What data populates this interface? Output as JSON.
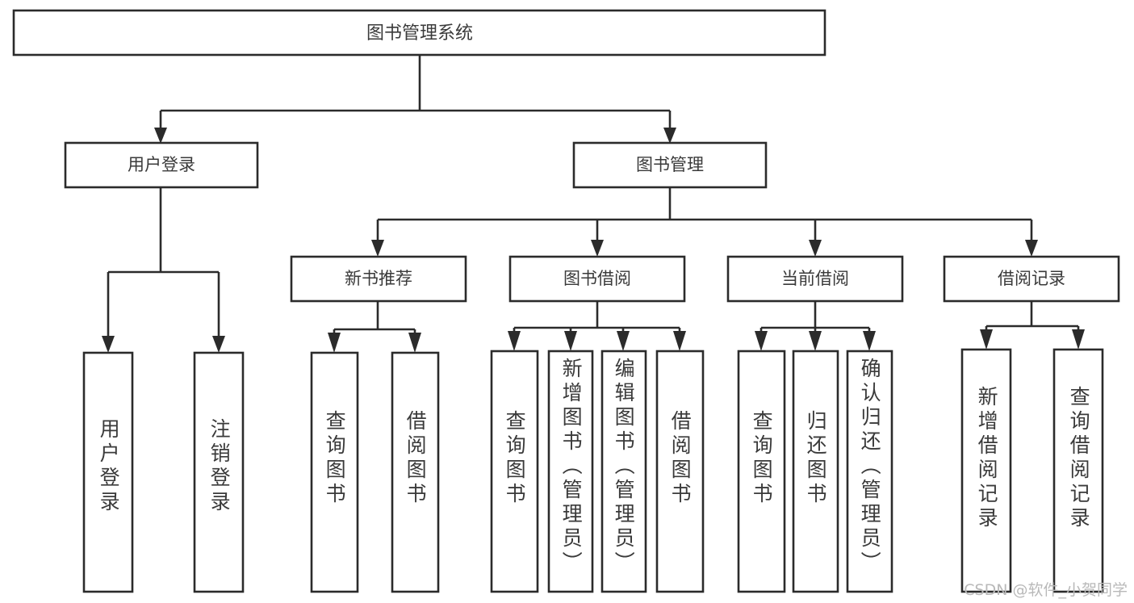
{
  "diagram": {
    "type": "tree-hierarchy",
    "title": "图书管理系统",
    "background_color": "#ffffff",
    "box_stroke_color": "#2b2b2b",
    "text_color": "#3a3a3a",
    "root": {
      "label": "图书管理系统",
      "id": "root"
    },
    "level2": [
      {
        "id": "user-login",
        "label": "用户登录"
      },
      {
        "id": "book-manage",
        "label": "图书管理"
      }
    ],
    "level3": [
      {
        "id": "new-book-recommend",
        "label": "新书推荐",
        "parent": "book-manage"
      },
      {
        "id": "book-borrow",
        "label": "图书借阅",
        "parent": "book-manage"
      },
      {
        "id": "current-borrow",
        "label": "当前借阅",
        "parent": "book-manage"
      },
      {
        "id": "borrow-record",
        "label": "借阅记录",
        "parent": "book-manage"
      }
    ],
    "leaves": [
      {
        "id": "leaf-user-login",
        "label": "用户登录",
        "parent": "user-login"
      },
      {
        "id": "leaf-logout-login",
        "label": "注销登录",
        "parent": "user-login"
      },
      {
        "id": "leaf-query-book-1",
        "label": "查询图书",
        "parent": "new-book-recommend"
      },
      {
        "id": "leaf-borrow-book-1",
        "label": "借阅图书",
        "parent": "new-book-recommend"
      },
      {
        "id": "leaf-query-book-2",
        "label": "查询图书",
        "parent": "book-borrow"
      },
      {
        "id": "leaf-add-book",
        "label": "新增图书（管理员）",
        "parent": "book-borrow"
      },
      {
        "id": "leaf-edit-book",
        "label": "编辑图书（管理员）",
        "parent": "book-borrow"
      },
      {
        "id": "leaf-borrow-book-2",
        "label": "借阅图书",
        "parent": "book-borrow"
      },
      {
        "id": "leaf-query-book-3",
        "label": "查询图书",
        "parent": "current-borrow"
      },
      {
        "id": "leaf-return-book",
        "label": "归还图书",
        "parent": "current-borrow"
      },
      {
        "id": "leaf-confirm-return",
        "label": "确认归还（管理员）",
        "parent": "current-borrow"
      },
      {
        "id": "leaf-add-record",
        "label": "新增借阅记录",
        "parent": "borrow-record"
      },
      {
        "id": "leaf-query-record",
        "label": "查询借阅记录",
        "parent": "borrow-record"
      }
    ]
  },
  "watermark": {
    "text": "CSDN @软件_小贺同学"
  }
}
